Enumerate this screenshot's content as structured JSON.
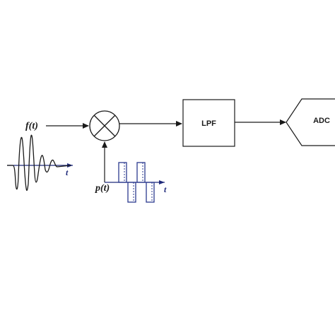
{
  "diagram": {
    "input_signal_label": "f(t)",
    "pulse_signal_label": "p(t)",
    "time_axis_label_1": "t",
    "time_axis_label_2": "t",
    "lpf_label": "LPF",
    "adc_label": "ADC"
  },
  "colors": {
    "line": "#1a1a1a",
    "axis": "#1f2a7a",
    "pulse": "#2b3a8f"
  }
}
